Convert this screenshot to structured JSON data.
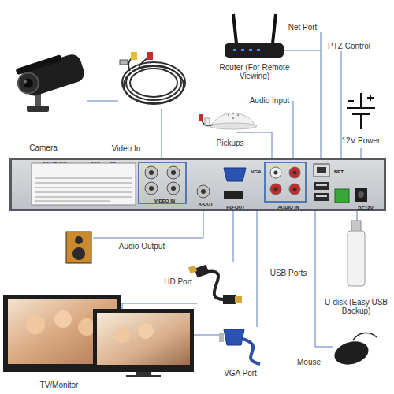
{
  "diagram": {
    "nodes": [
      {
        "text": [
          "CAUTION",
          "FCC",
          "CE",
          "VIDEO IN",
          "VGA",
          "A-OUT",
          "HD-OUT",
          "AUDIO IN",
          "NET",
          "DC12V"
        ]
      }
    ],
    "labels": [
      "Net Port",
      "PTZ Control",
      "Router (For Remote Viewing)",
      "Audio Input",
      "12V Power",
      "Camera",
      "Pickups",
      "Video In",
      "Audio Output",
      "HD Port",
      "USB Ports",
      "U-disk (Easy USB Backup)",
      "VGA Port",
      "Mouse",
      "TV/Monitor"
    ]
  }
}
